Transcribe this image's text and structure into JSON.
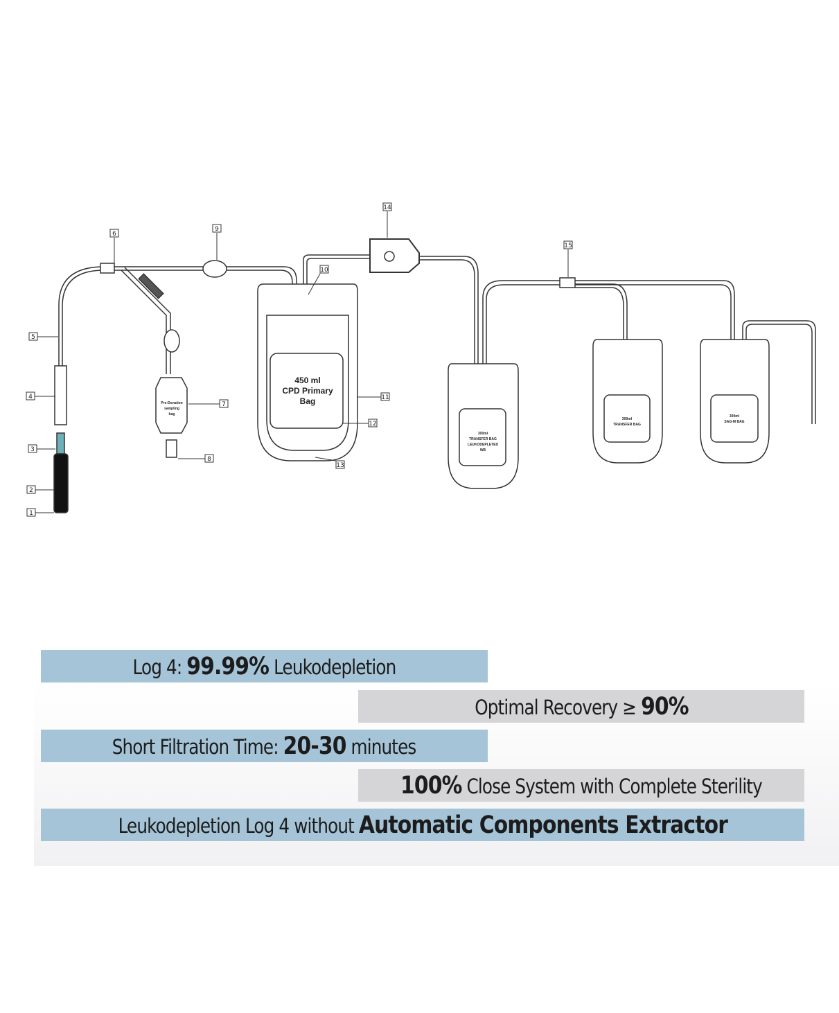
{
  "diagram": {
    "callouts": [
      "1",
      "2",
      "3",
      "4",
      "5",
      "6",
      "7",
      "8",
      "9",
      "10",
      "11",
      "12",
      "13",
      "14",
      "15"
    ],
    "primary_bag": [
      "450 ml",
      "CPD Primary",
      "Bag"
    ],
    "sampling_bag": [
      "Pre-Donation",
      "sampling",
      "bag"
    ],
    "transfer_leuko_bag": [
      "300ml",
      "TRANSFER BAG",
      "LEUKODEPLETED",
      "WB"
    ],
    "transfer_bag": [
      "300ml",
      "TRANSFER BAG"
    ],
    "sagm_bag": [
      "300ml",
      "SAG-M BAG"
    ]
  },
  "features": [
    {
      "pre": "Log 4: ",
      "bold": "99.99%",
      "post": " Leukodepletion"
    },
    {
      "pre": "Optimal Recovery ≥ ",
      "bold": "90%",
      "post": ""
    },
    {
      "pre": "Short Filtration Time: ",
      "bold": "20-30",
      "post": " minutes"
    },
    {
      "pre": "",
      "bold": "100%",
      "post": " Close System with Complete Sterility"
    },
    {
      "pre": "Leukodepletion Log 4 without ",
      "bold": "Automatic Components Extractor",
      "post": ""
    }
  ],
  "colors": {
    "blue_bar": "#a5c4d7",
    "gray_bar": "#d5d5d7"
  }
}
